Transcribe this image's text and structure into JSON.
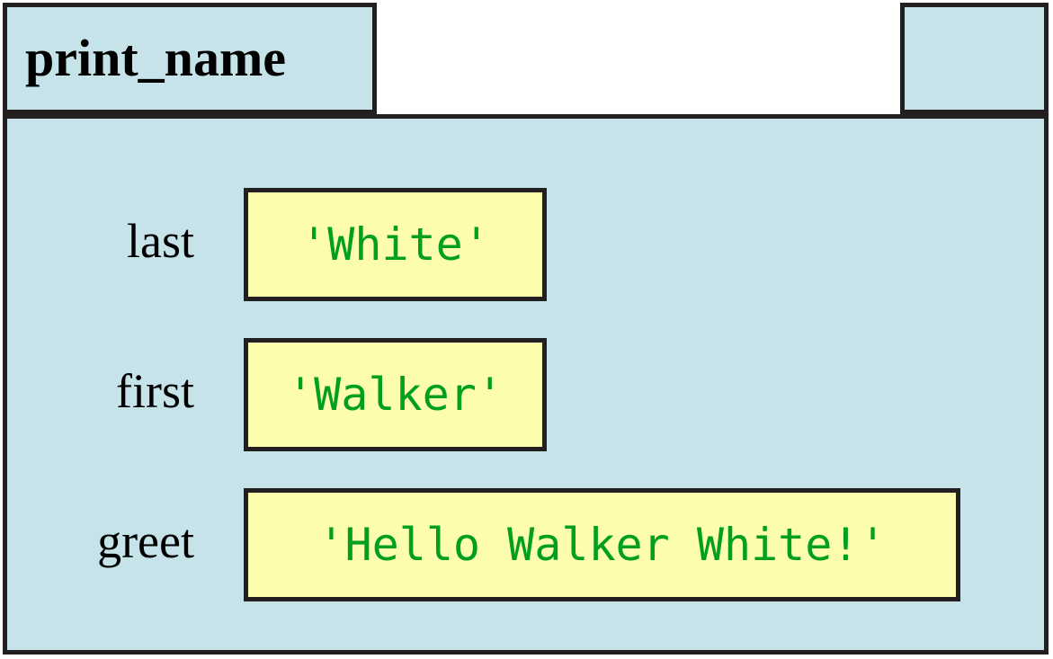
{
  "diagram": {
    "type": "call-frame",
    "colors": {
      "frame_background": "#c5e3e8",
      "border": "#231f20",
      "value_box_background": "#fdfdae",
      "value_text": "#00a01e",
      "label_text": "#000000"
    },
    "frame": {
      "name": "print_name",
      "right_cell_label": ""
    },
    "variables": [
      {
        "name": "last",
        "value": "'White'"
      },
      {
        "name": "first",
        "value": "'Walker'"
      },
      {
        "name": "greet",
        "value": "'Hello Walker White!'"
      }
    ]
  }
}
